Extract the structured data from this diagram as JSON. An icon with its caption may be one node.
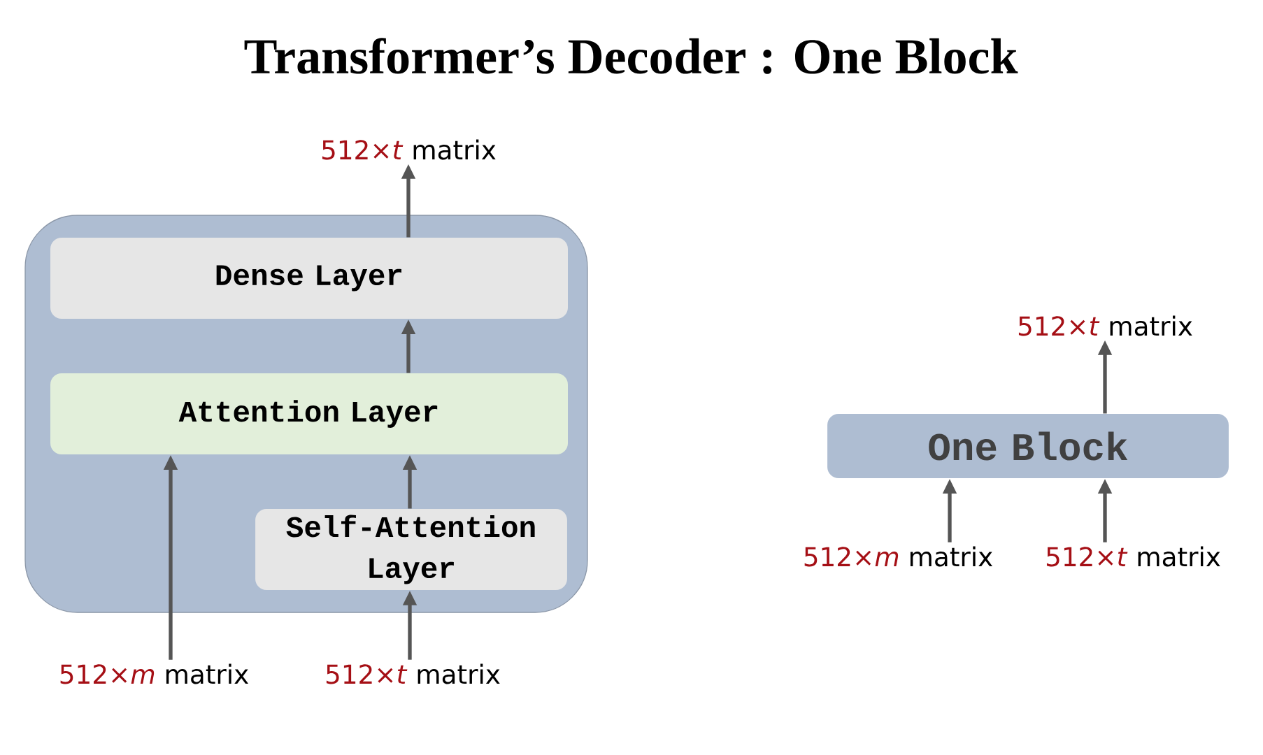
{
  "diagram": {
    "title": "Transformer’s Decoder : One Block",
    "nodes": [
      {
        "text": [],
        "shape": "box"
      },
      {
        "text": [
          "Dense Layer"
        ],
        "in": 0
      },
      {
        "text": [
          "Attention Layer"
        ],
        "in": 0
      },
      {
        "text": [
          "Self-Attention Layer"
        ],
        "in": 0
      },
      {
        "text": [
          "512×*t*",
          "matrix"
        ]
      },
      {
        "text": [
          "512×*m*",
          "matrix"
        ]
      },
      {
        "text": [
          "512×*t*",
          "matrix"
        ]
      },
      {
        "text": [
          "One Block"
        ]
      },
      {
        "text": [
          "512×*t*",
          "matrix"
        ]
      },
      {
        "text": [
          "512×*m*",
          "matrix"
        ]
      },
      {
        "text": [
          "512×*t*",
          "matrix"
        ]
      }
    ],
    "edges": [
      {
        "from": 1,
        "to": 4,
        "arrow": "to"
      },
      {
        "from": 2,
        "to": 1,
        "arrow": "to"
      },
      {
        "from": 3,
        "to": 2,
        "arrow": "to"
      },
      {
        "from": 5,
        "to": 2,
        "arrow": "to"
      },
      {
        "from": 6,
        "to": 3,
        "arrow": "to"
      },
      {
        "from": 7,
        "to": 8,
        "arrow": "to"
      },
      {
        "from": 9,
        "to": 7,
        "arrow": "to"
      },
      {
        "from": 10,
        "to": 7,
        "arrow": "to"
      }
    ]
  }
}
